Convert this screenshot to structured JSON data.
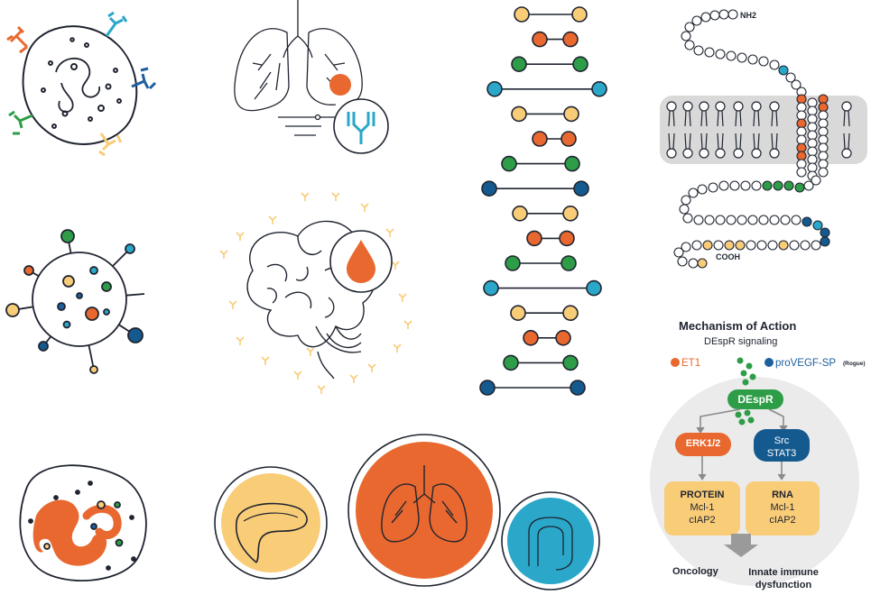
{
  "colors": {
    "orange": "#e8682f",
    "green": "#2e9d48",
    "blue": "#1e5f9e",
    "lightblue": "#2aa7c9",
    "yellow": "#f9cc78",
    "darkblue": "#155a8f",
    "ink": "#1f2430"
  },
  "protein": {
    "nh2_label": "NH2",
    "cooh_label": "COOH"
  },
  "moa": {
    "title": "Mechanism of Action",
    "subtitle": "DEspR signaling",
    "ligand_left": "ET1",
    "ligand_right": "proVEGF-SP",
    "ligand_right_note": "(Rogue)",
    "receptor": "DEspR",
    "left_kinase": "ERK1/2",
    "right_kinase_line1": "Src",
    "right_kinase_line2": "STAT3",
    "protein_box": {
      "heading": "PROTEIN",
      "line1": "Mcl-1",
      "line2": "cIAP2"
    },
    "rna_box": {
      "heading": "RNA",
      "line1": "Mcl-1",
      "line2": "cIAP2"
    },
    "outcome_left": "Oncology",
    "outcome_right": "Innate immune dysfunction"
  },
  "icons": [
    "cell-with-antibodies-icon",
    "lungs-with-antibody-icon",
    "dna-ladder-icon",
    "protein-sequence-icon",
    "virus-cell-icon",
    "brain-with-drop-icon",
    "neutrophil-cell-icon",
    "pancreas-icon",
    "lungs-icon",
    "colon-icon"
  ]
}
